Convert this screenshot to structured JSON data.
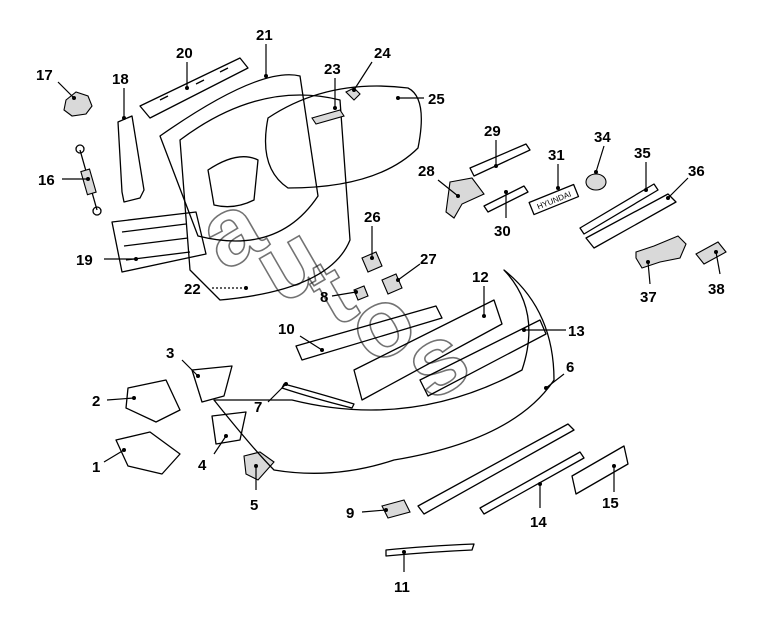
{
  "diagram": {
    "callouts": [
      "1",
      "2",
      "3",
      "4",
      "5",
      "6",
      "7",
      "8",
      "9",
      "10",
      "11",
      "12",
      "13",
      "14",
      "15",
      "16",
      "17",
      "18",
      "19",
      "20",
      "21",
      "22",
      "23",
      "24",
      "25",
      "26",
      "27",
      "28",
      "29",
      "30",
      "31",
      "34",
      "35",
      "36",
      "37",
      "38"
    ]
  },
  "parts": {
    "emblem_text": "HYUNDAI"
  },
  "watermark": {
    "letters": [
      "a",
      "u",
      "t",
      "o",
      "s"
    ]
  }
}
